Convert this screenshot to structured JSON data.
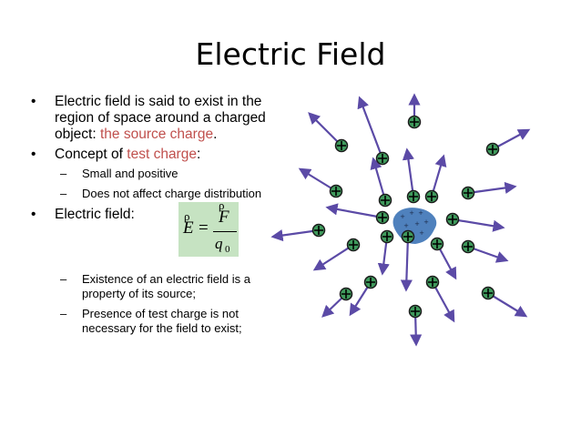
{
  "title": "Electric Field",
  "bullets": {
    "b1_text": "Electric field is said to exist in the region of space around a charged object: ",
    "b1_red": "the source charge",
    "b1_end": ".",
    "b2_text": "Concept of ",
    "b2_red": "test charge",
    "b2_end": ":",
    "sub1": "Small and positive",
    "sub2": "Does not affect charge distribution",
    "b3_text": "Electric field:",
    "sub3": "Existence of an electric field is a property of its source;",
    "sub4": "Presence of test charge is not necessary for the field to exist;"
  },
  "formula": {
    "rho": "ρ",
    "lhs": "E",
    "equals": "=",
    "numerator": "F",
    "denominator": "q",
    "subscript": "0"
  },
  "diagram": {
    "source_sign": "+",
    "test_sign": "+",
    "colors": {
      "source_fill": "#4f81bd",
      "arrow": "#5b4aa6",
      "test_charge_fill": "#3f9a5c",
      "test_charge_stroke": "#1a1a1a"
    }
  }
}
